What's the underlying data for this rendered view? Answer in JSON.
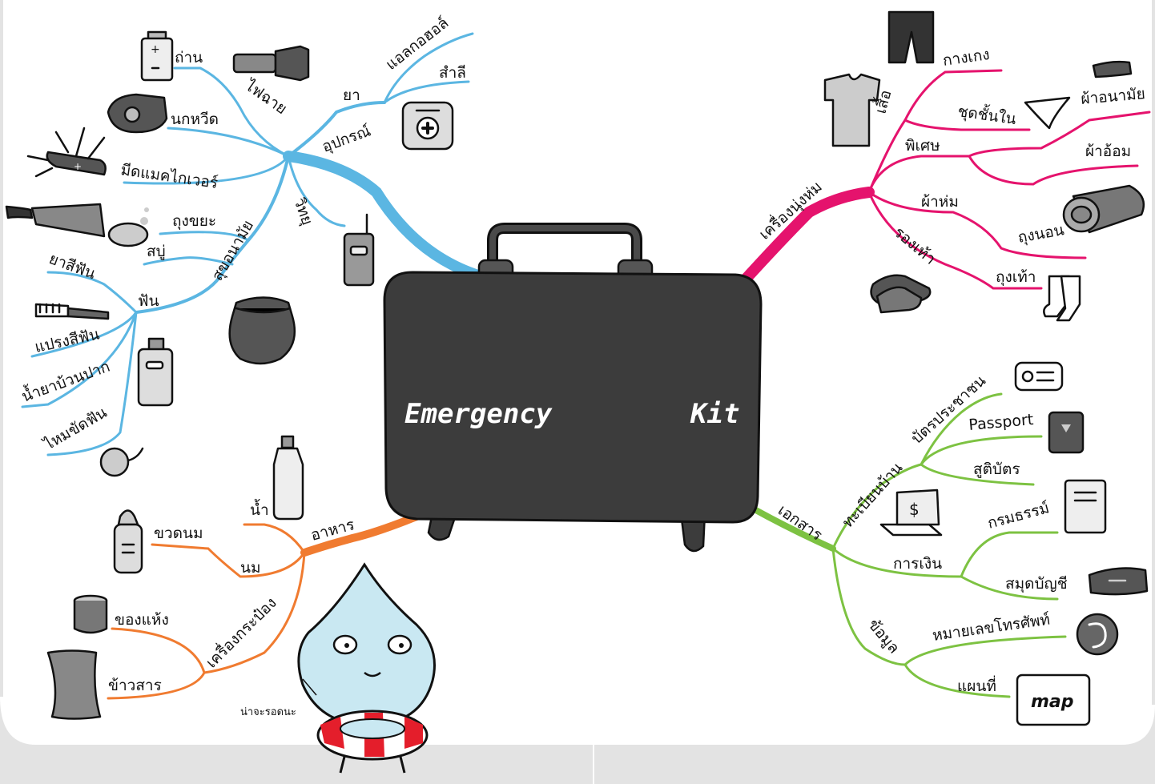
{
  "center": {
    "title_left": "Emergency",
    "title_right": "Kit"
  },
  "colors": {
    "equipment": "#5bb6e2",
    "clothing": "#e5136d",
    "documents": "#7dc242",
    "food": "#f07b30",
    "case": "#3c3c3c",
    "frame": "#e3e3e3"
  },
  "equipment": {
    "branch": "อุปกรณ์",
    "medicine": "ยา",
    "alcohol": "แอลกอฮอล์",
    "cotton": "สำลี",
    "flashlight": "ไฟฉาย",
    "battery": "ถ่าน",
    "whistle": "นกหวีด",
    "knife": "มีดแมคไกเวอร์",
    "radio": "วิทยุ",
    "hygiene": "สุขอนามัย",
    "garbage_bag": "ถุงขยะ",
    "soap": "สบู่",
    "teeth": "ฟัน",
    "toothpaste": "ยาสีฟัน",
    "toothbrush": "แปรงสีฟัน",
    "mouthwash": "น้ำยาบ้วนปาก",
    "floss": "ไหมขัดฟัน"
  },
  "clothing": {
    "branch": "เครื่องนุ่งห่ม",
    "shirt": "เสื้อ",
    "pants": "กางเกง",
    "underwear": "ชุดชั้นใน",
    "special": "พิเศษ",
    "sanitary_pad": "ผ้าอนามัย",
    "diaper": "ผ้าอ้อม",
    "blanket": "ผ้าห่ม",
    "sleeping_bag": "ถุงนอน",
    "shoes": "รองเท้า",
    "socks": "ถุงเท้า"
  },
  "documents": {
    "branch": "เอกสาร",
    "house_registration": "ทะเบียนบ้าน",
    "id_card": "บัตรประชาชน",
    "passport": "Passport",
    "birth_certificate": "สูติบัตร",
    "finance": "การเงิน",
    "insurance": "กรมธรรม์",
    "bank_book": "สมุดบัญชี",
    "info": "ข้อมูล",
    "phone_numbers": "หมายเลขโทรศัพท์",
    "map": "แผนที่",
    "map_icon_text": "map"
  },
  "food": {
    "branch": "อาหาร",
    "water": "น้ำ",
    "milk": "นม",
    "baby_bottle": "ขวดนม",
    "canned": "เครื่องกระป๋อง",
    "dry_food": "ของแห้ง",
    "rice": "ข้าวสาร"
  },
  "mascot": {
    "caption": "น่าจะรอดนะ"
  }
}
